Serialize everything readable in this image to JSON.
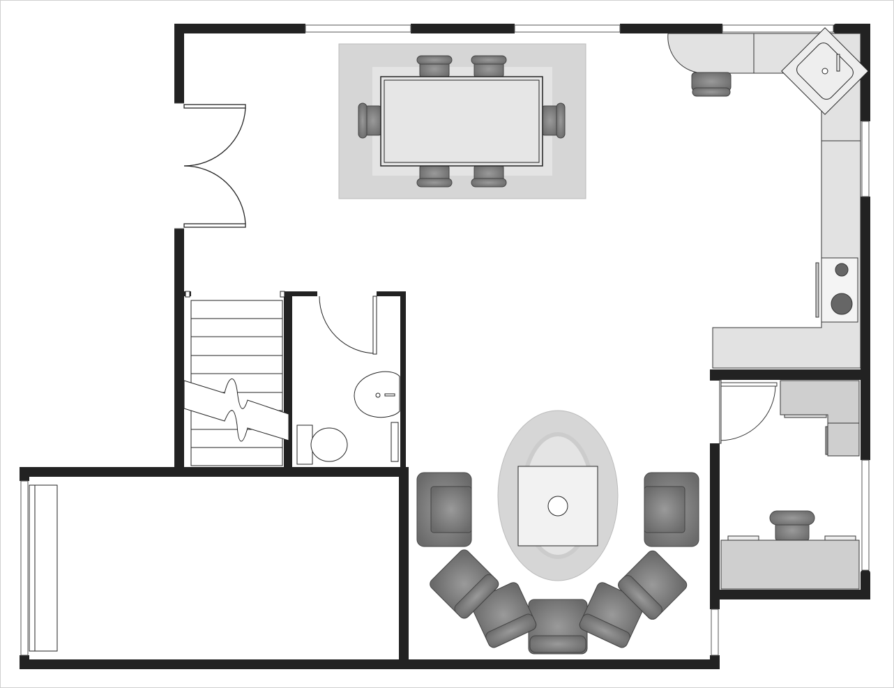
{
  "diagram": {
    "type": "floor-plan",
    "rooms": [
      "dining-area",
      "kitchen",
      "stairs",
      "bathroom",
      "garage",
      "living-room",
      "office"
    ],
    "colors": {
      "wall": "#222222",
      "floor": "#ffffff",
      "rug_outer": "#d6d6d6",
      "rug_inner": "#e4e4e4",
      "counter": "#e2e2e2",
      "furniture_gray": "#7a7a7a",
      "cabinet": "#cfcfcf"
    }
  }
}
